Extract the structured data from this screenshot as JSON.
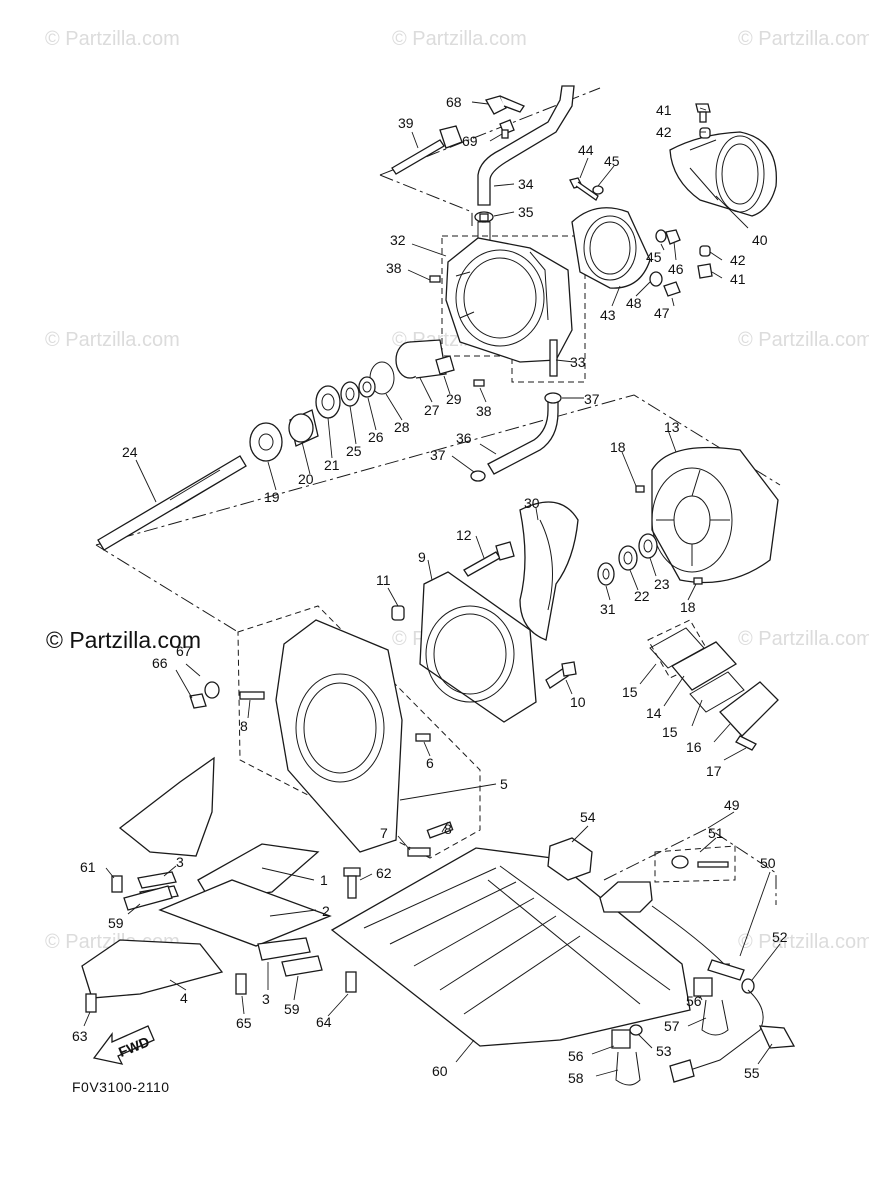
{
  "watermark": {
    "small": "© Partzilla.com",
    "main": "© Partzilla.com"
  },
  "figure_code": "F0V3100-2110",
  "fwd_label": "FWD",
  "callouts": {
    "c1": "1",
    "c2": "2",
    "c3a": "3",
    "c3b": "3",
    "c4": "4",
    "c5": "5",
    "c6": "6",
    "c7": "7",
    "c8a": "8",
    "c8b": "8",
    "c9": "9",
    "c10": "10",
    "c11": "11",
    "c12": "12",
    "c13": "13",
    "c14": "14",
    "c15a": "15",
    "c15b": "15",
    "c16": "16",
    "c17": "17",
    "c18a": "18",
    "c18b": "18",
    "c19": "19",
    "c20": "20",
    "c21": "21",
    "c22": "22",
    "c23": "23",
    "c24": "24",
    "c25": "25",
    "c26": "26",
    "c27": "27",
    "c28": "28",
    "c29": "29",
    "c30": "30",
    "c31": "31",
    "c32": "32",
    "c33": "33",
    "c34": "34",
    "c35": "35",
    "c36": "36",
    "c37a": "37",
    "c37b": "37",
    "c38a": "38",
    "c38b": "38",
    "c39": "39",
    "c40": "40",
    "c41a": "41",
    "c41b": "41",
    "c42a": "42",
    "c42b": "42",
    "c43": "43",
    "c44": "44",
    "c45a": "45",
    "c45b": "45",
    "c46": "46",
    "c47": "47",
    "c48": "48",
    "c49": "49",
    "c50": "50",
    "c51": "51",
    "c52": "52",
    "c53": "53",
    "c54": "54",
    "c55": "55",
    "c56a": "56",
    "c56b": "56",
    "c57": "57",
    "c58": "58",
    "c59a": "59",
    "c59b": "59",
    "c60": "60",
    "c61": "61",
    "c62": "62",
    "c63": "63",
    "c64": "64",
    "c65": "65",
    "c66": "66",
    "c67": "67",
    "c68": "68",
    "c69": "69"
  }
}
